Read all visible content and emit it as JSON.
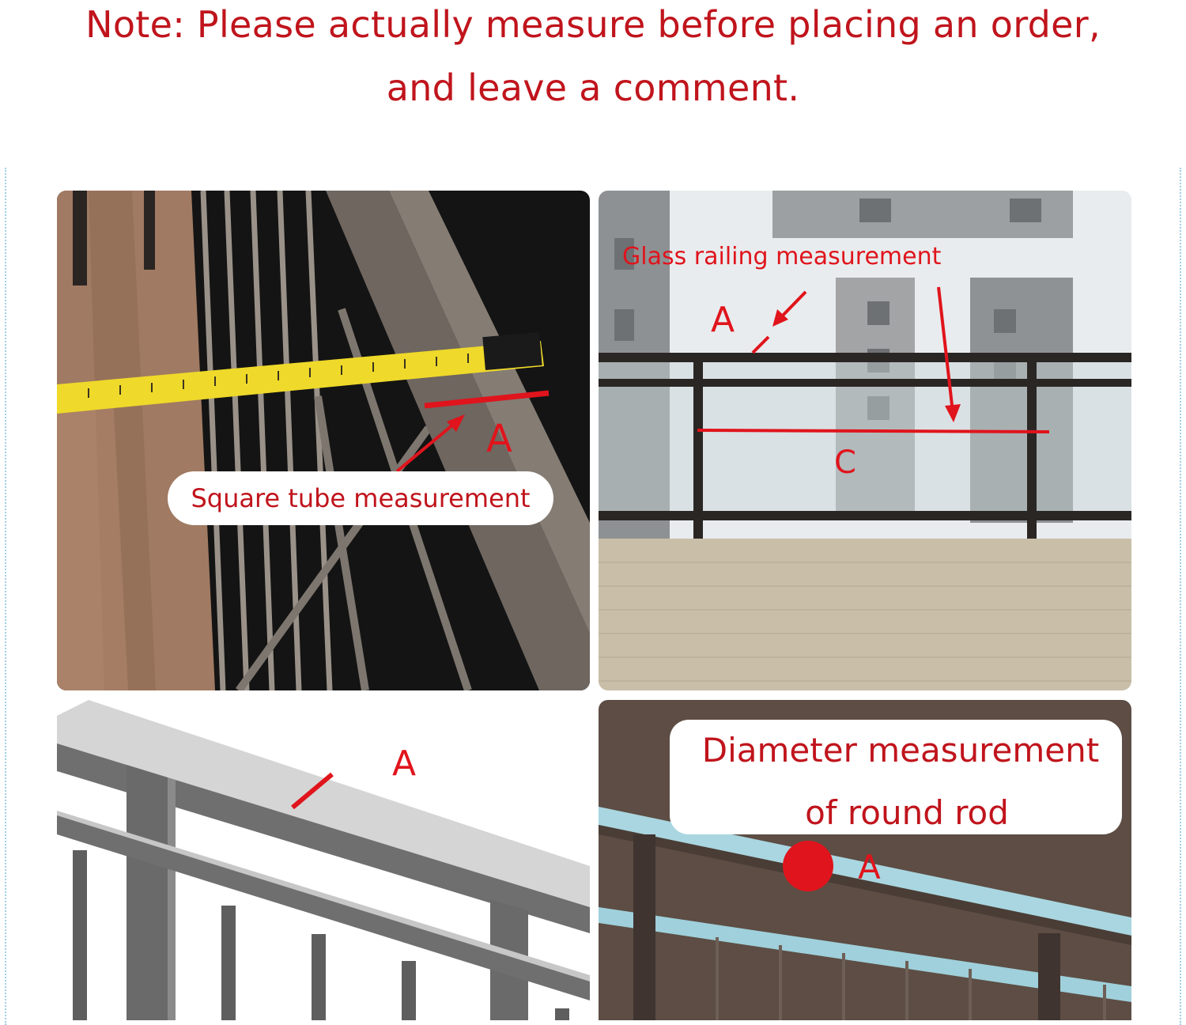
{
  "note": {
    "line1": "Note: Please actually measure before placing an order,",
    "line2": "and leave a comment."
  },
  "panels": {
    "square_tube": {
      "caption": "Square tube measurement",
      "marker": "A"
    },
    "glass_railing": {
      "caption": "Glass railing measurement",
      "marker_a": "A",
      "marker_c": "C"
    },
    "diagram": {
      "marker": "A"
    },
    "round_rod": {
      "caption_line1": "Diameter measurement",
      "caption_line2": "of round rod",
      "marker": "A"
    }
  },
  "colors": {
    "accent_red": "#e0141c",
    "note_red": "#c0141c",
    "tape_yellow": "#f2e02a"
  }
}
